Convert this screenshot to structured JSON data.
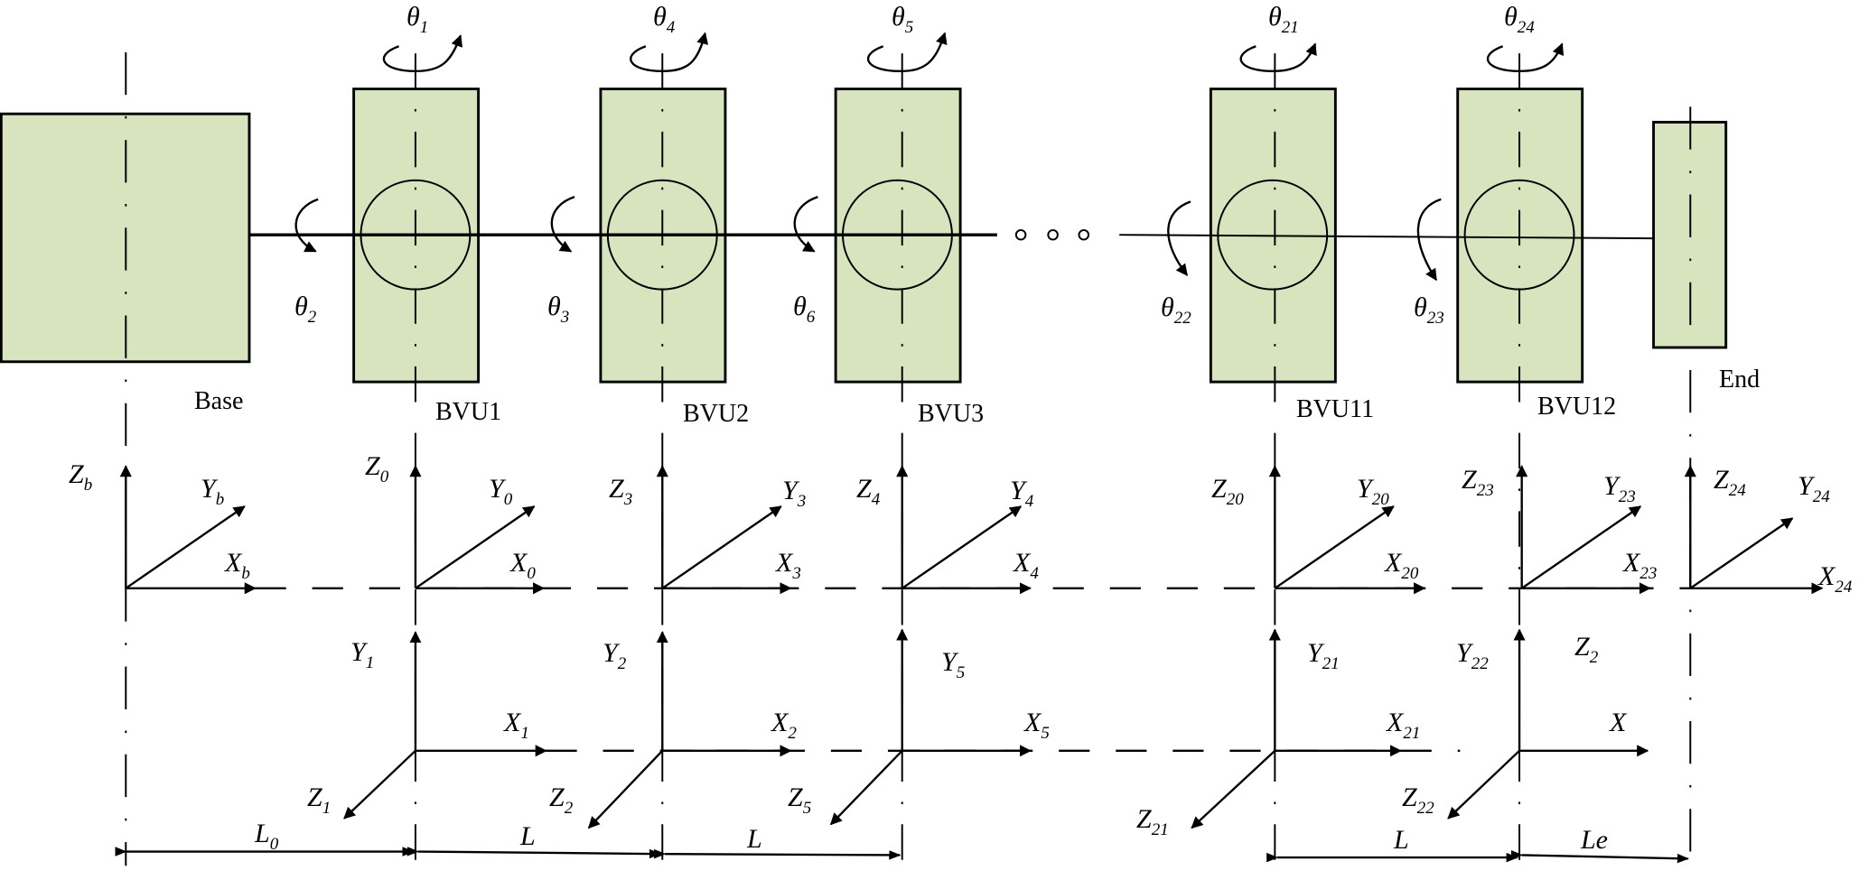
{
  "scale": 1.3141,
  "colors": {
    "module_fill": "#d7e4bd",
    "stroke": "#000000"
  },
  "labels": {
    "base": "Base",
    "end": "End",
    "bvu1": "BVU1",
    "bvu2": "BVU2",
    "bvu3": "BVU3",
    "bvu11": "BVU11",
    "bvu12": "BVU12",
    "ellipsis": "○ ○ ○",
    "theta": "θ",
    "t1": "1",
    "t2": "2",
    "t3": "3",
    "t4": "4",
    "t5": "5",
    "t6": "6",
    "t21": "21",
    "t22": "22",
    "t23": "23",
    "t24": "24",
    "Z": "Z",
    "Y": "Y",
    "X": "X",
    "sb": "b",
    "s0": "0",
    "s1": "1",
    "s2": "2",
    "s3": "3",
    "s4": "4",
    "s5": "5",
    "s20": "20",
    "s21": "21",
    "s22": "22",
    "s23": "23",
    "s24": "24",
    "L0": "L",
    "L0sub": "0",
    "L": "L",
    "Le": "Le"
  }
}
